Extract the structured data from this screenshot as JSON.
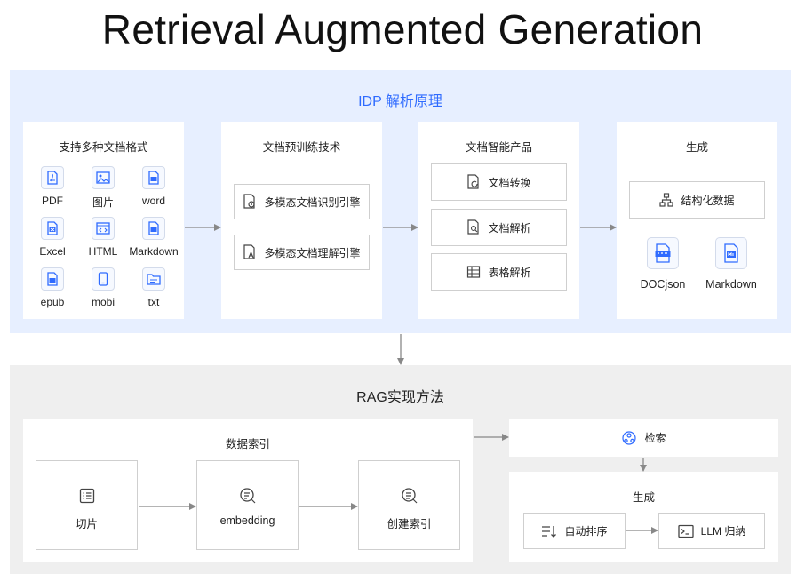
{
  "title": "Retrieval Augmented Generation",
  "idp": {
    "title": "IDP 解析原理",
    "formats": {
      "title": "支持多种文档格式",
      "items": [
        "PDF",
        "图片",
        "word",
        "Excel",
        "HTML",
        "Markdown",
        "epub",
        "mobi",
        "txt"
      ]
    },
    "pretrain": {
      "title": "文档预训练技术",
      "items": [
        "多模态文档识别引擎",
        "多模态文档理解引擎"
      ]
    },
    "products": {
      "title": "文档智能产品",
      "items": [
        "文档转换",
        "文档解析",
        "表格解析"
      ]
    },
    "generate": {
      "title": "生成",
      "structured": "结构化数据",
      "outputs": [
        "DOCjson",
        "Markdown"
      ]
    }
  },
  "rag": {
    "title": "RAG实现方法",
    "index": {
      "title": "数据索引",
      "steps": [
        "切片",
        "embedding",
        "创建索引"
      ]
    },
    "retrieve": "检索",
    "generate": {
      "title": "生成",
      "steps": [
        "自动排序",
        "LLM 归纳"
      ]
    }
  },
  "colors": {
    "accent": "#2f6bff",
    "top_panel": "#e7efff",
    "bottom_panel": "#efefef"
  }
}
